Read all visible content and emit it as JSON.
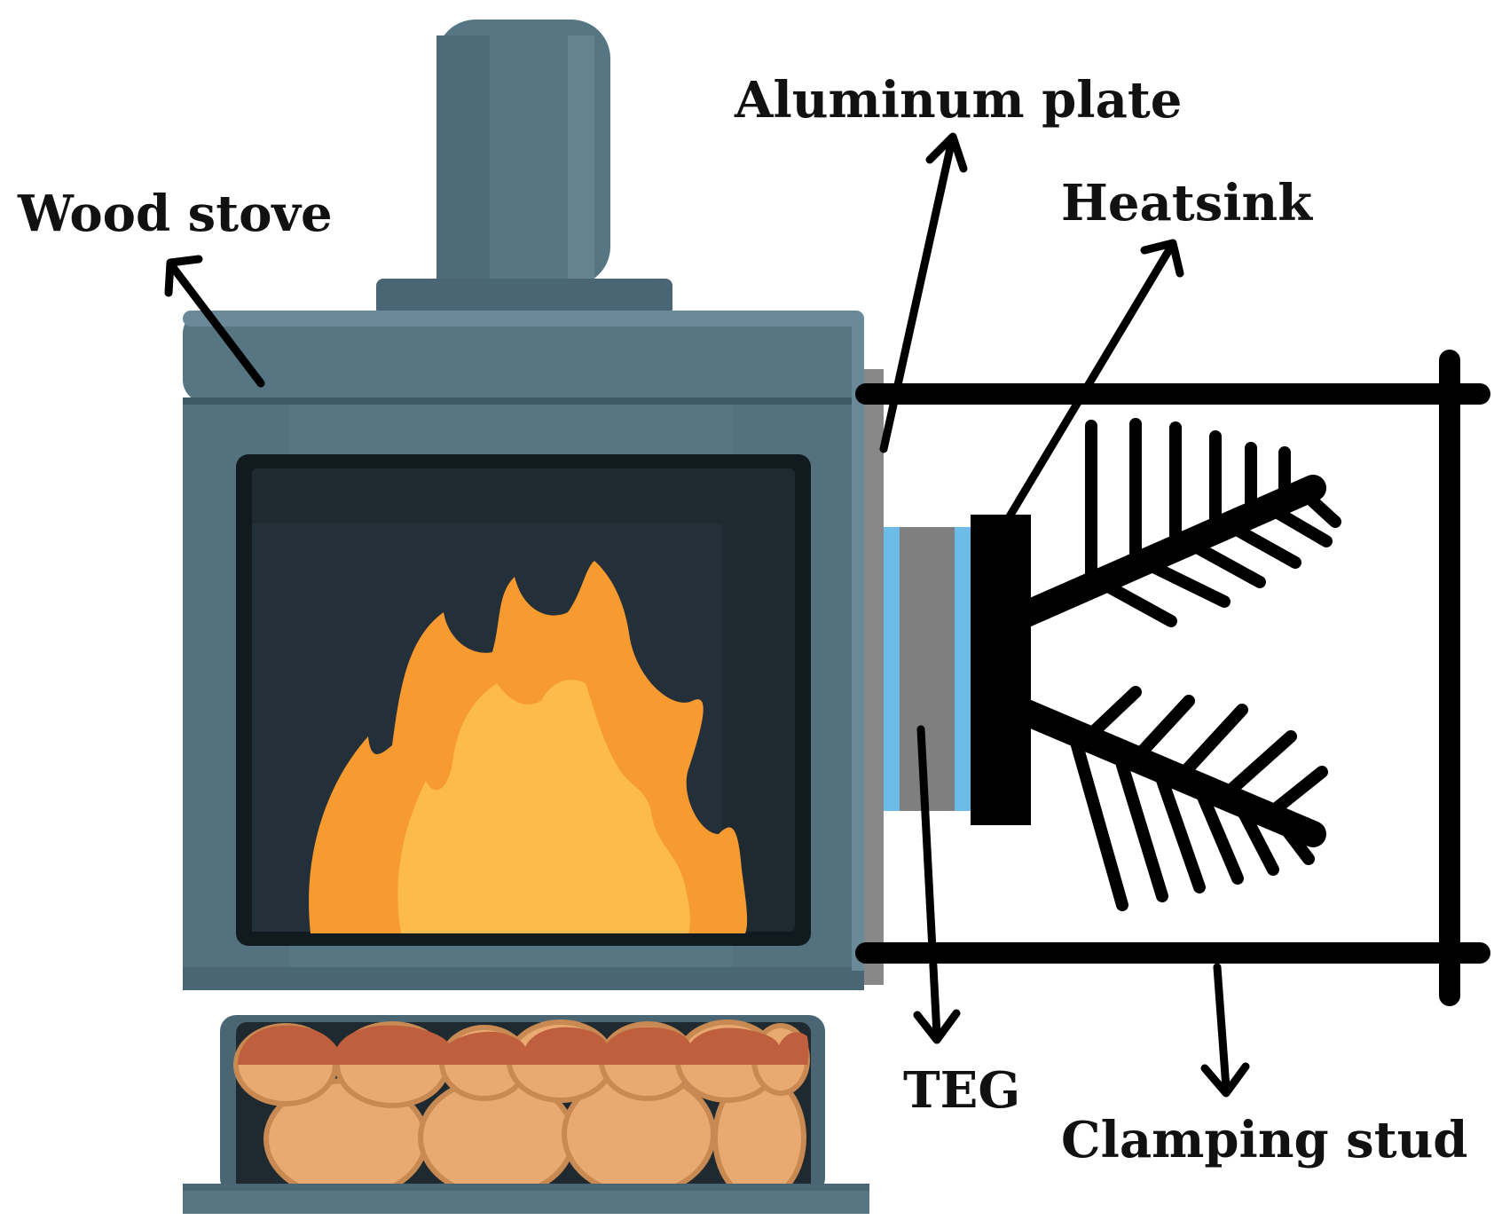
{
  "labels": {
    "wood_stove": "Wood stove",
    "aluminum_plate": "Aluminum plate",
    "heatsink": "Heatsink",
    "teg": "TEG",
    "clamping_stud": "Clamping stud"
  },
  "colors": {
    "stove_body": "#577684",
    "stove_dark": "#4a6674",
    "stove_light": "#6a8a99",
    "firebox": "#1f2a30",
    "flame_outer": "#f79a2f",
    "flame_inner": "#fdbb4b",
    "log_top": "#c05f3d",
    "log_body": "#e8aa70",
    "aluminum": "#888888",
    "teg_blue": "#6bbce6",
    "teg_gray": "#7f7f7f",
    "line": "#000000"
  }
}
